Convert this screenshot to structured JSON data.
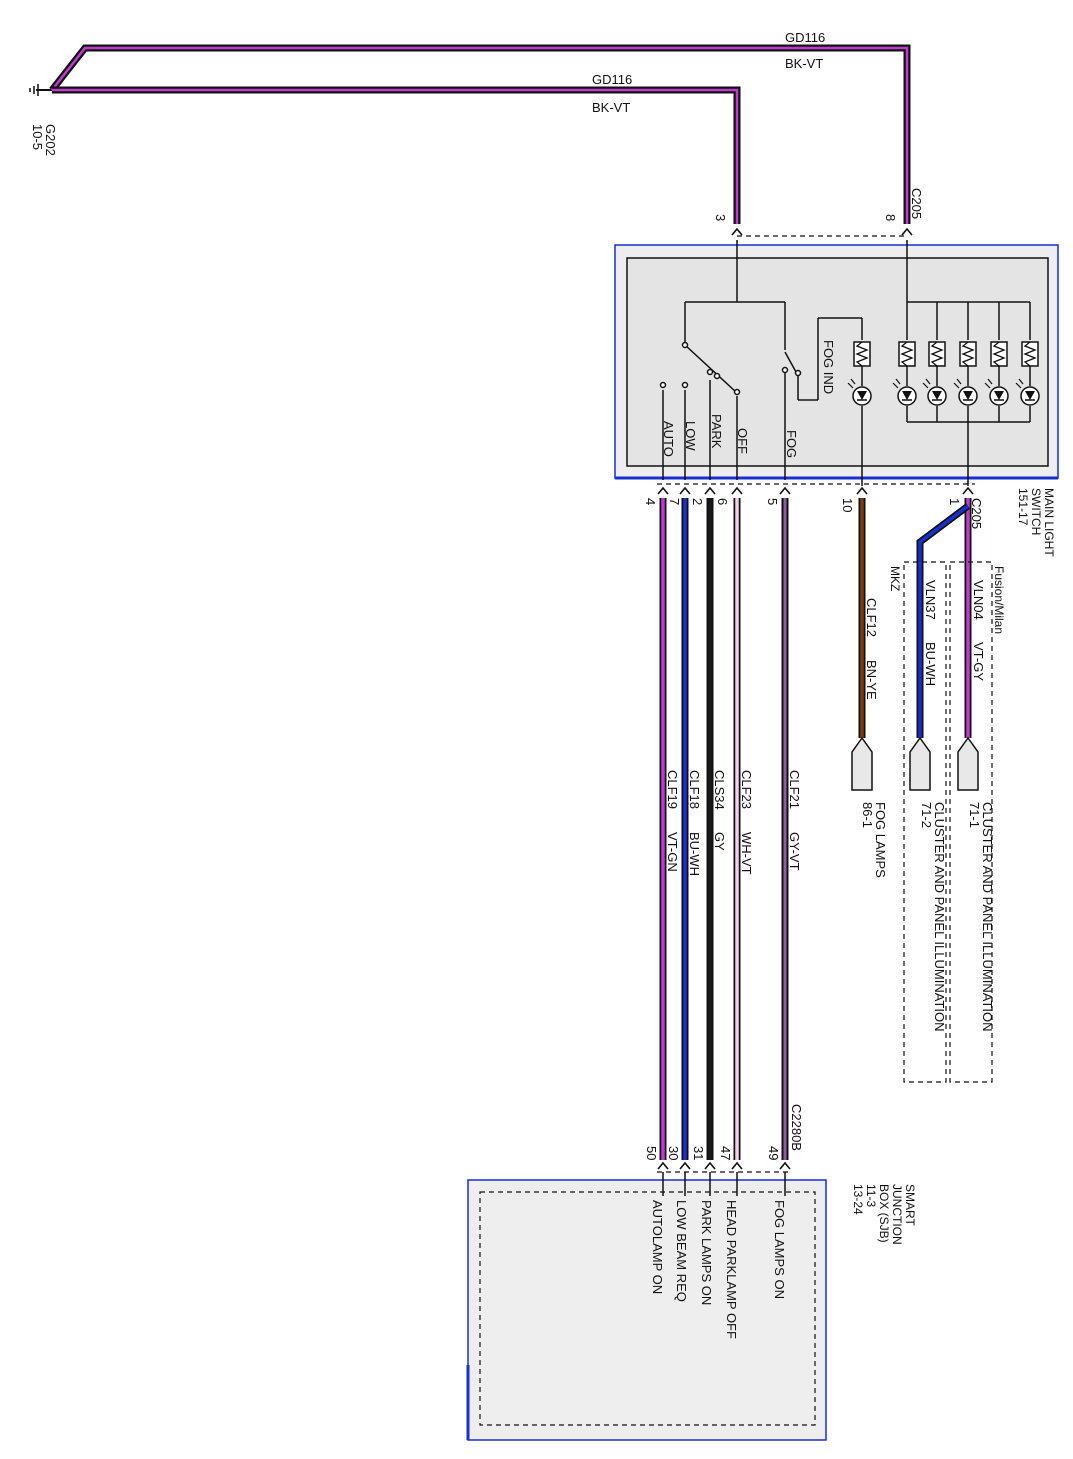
{
  "ground": {
    "id": "G202",
    "ref": "10-5"
  },
  "ground_wires": [
    {
      "circuit": "GD116",
      "color": "BK-VT"
    },
    {
      "circuit": "GD116",
      "color": "BK-VT"
    }
  ],
  "c205_top": {
    "connector": "C205",
    "pin_left": "3",
    "pin_right": "8"
  },
  "main_light_switch": {
    "name_line1": "MAIN LIGHT",
    "name_line2": "SWITCH",
    "ref": "151-17",
    "positions": [
      "AUTO",
      "LOW",
      "PARK",
      "OFF",
      "FOG"
    ],
    "fog_ind": "FOG IND"
  },
  "c205_bottom": {
    "connector": "C205",
    "pins": {
      "auto": "4",
      "low": "7",
      "park": "2",
      "off": "6",
      "fog": "5",
      "fog_ind": "10",
      "illum": "1"
    }
  },
  "wires": {
    "auto": {
      "circuit": "CLF19",
      "color": "VT-GN"
    },
    "low": {
      "circuit": "CLF18",
      "color": "BU-WH"
    },
    "park": {
      "circuit": "CLS34",
      "color": "GY"
    },
    "off": {
      "circuit": "CLF23",
      "color": "WH-VT"
    },
    "fog": {
      "circuit": "CLF21",
      "color": "GY-VT"
    },
    "fog_ind": {
      "circuit": "CLF12",
      "color": "BN-YE"
    },
    "illum_fm": {
      "circuit": "VLN04",
      "color": "VT-GY"
    },
    "illum_mkz": {
      "circuit": "VLN37",
      "color": "BU-WH"
    }
  },
  "variants": {
    "fusion_milan": "Fusion/Milan",
    "mkz": "MKZ"
  },
  "destinations": {
    "fog_lamps": {
      "name": "FOG LAMPS",
      "ref": "86-1"
    },
    "cluster1": {
      "name": "CLUSTER AND PANEL ILLUMINATION",
      "ref": "71-1"
    },
    "cluster2": {
      "name": "CLUSTER AND PANEL ILLUMINATION",
      "ref": "71-2"
    }
  },
  "c2280b": {
    "connector": "C2280B",
    "pins": {
      "auto": "50",
      "low": "30",
      "park": "31",
      "off": "47",
      "fog": "49"
    }
  },
  "sjb": {
    "name": [
      "SMART",
      "JUNCTION",
      "BOX (SJB)"
    ],
    "refs": [
      "11-3",
      "13-24"
    ],
    "signals": [
      "AUTOLAMP ON",
      "LOW BEAM REQ",
      "PARK LAMPS ON",
      "HEAD PARKLAMP OFF",
      "FOG LAMPS ON"
    ]
  },
  "colors": {
    "black": "#111111",
    "violet": "#c13ad0",
    "blue": "#1a2fd1",
    "gray": "#9a9a9a",
    "brown": "#7a3b10",
    "box_border": "#1a2fd1",
    "box_fill": "#eeeeee"
  }
}
